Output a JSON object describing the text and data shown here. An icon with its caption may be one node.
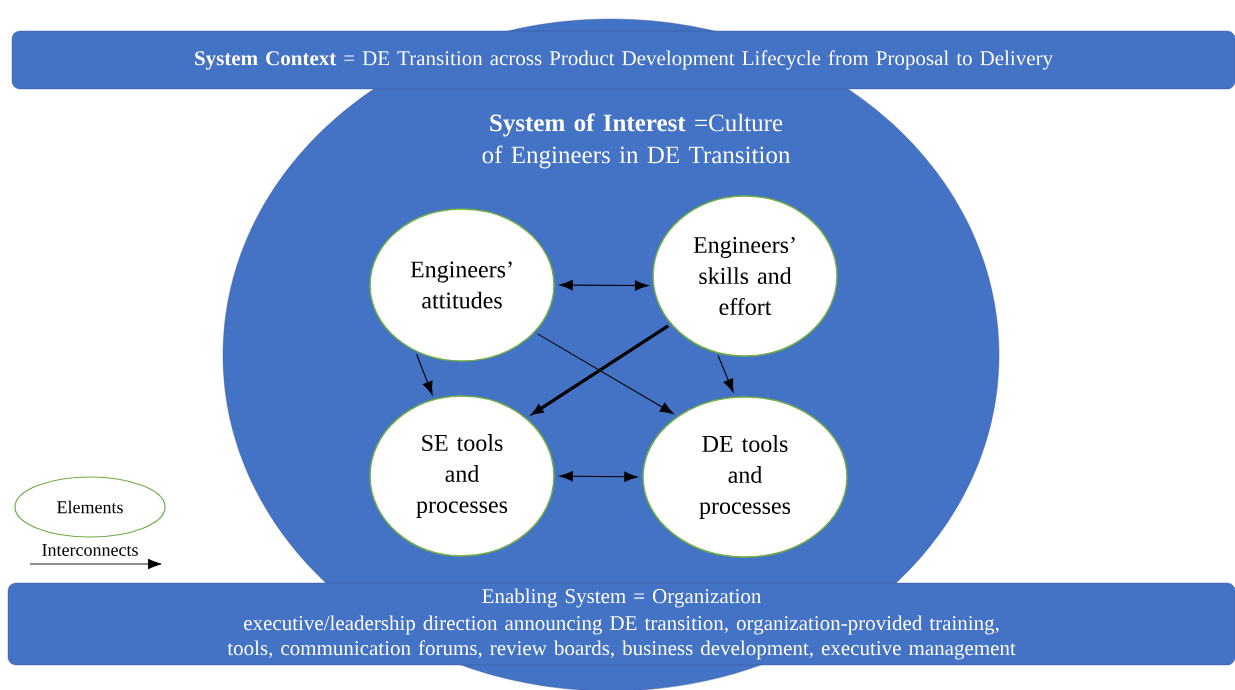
{
  "diagram": {
    "nodes": [
      {
        "text": [
          "**System Context** = DE Transition across Product Development Lifecycle from Proposal to Delivery"
        ]
      },
      {
        "text": [
          "**System of Interest** =Culture of Engineers in DE Transition"
        ]
      },
      {
        "text": [
          "Engineers’ attitudes"
        ],
        "in": 1
      },
      {
        "text": [
          "Engineers’ skills and effort"
        ],
        "in": 1
      },
      {
        "text": [
          "SE tools and processes"
        ],
        "in": 1
      },
      {
        "text": [
          "DE tools and processes"
        ],
        "in": 1
      },
      {
        "text": [
          "Enabling System = Organization",
          "executive/leadership direction announcing DE transition, organization-provided training, tools, communication forums, review boards, business development, executive management"
        ]
      }
    ],
    "edges": [
      {
        "from": 2,
        "to": 3,
        "arrow": "both"
      },
      {
        "from": 2,
        "to": 4,
        "arrow": "to"
      },
      {
        "from": 2,
        "to": 5,
        "arrow": "to"
      },
      {
        "from": 3,
        "to": 4,
        "arrow": "to",
        "style": "thick"
      },
      {
        "from": 3,
        "to": 5,
        "arrow": "to"
      },
      {
        "from": 4,
        "to": 5,
        "arrow": "both"
      }
    ],
    "legend": [
      {
        "text": "Elements"
      },
      {
        "text": "Interconnects"
      }
    ]
  }
}
